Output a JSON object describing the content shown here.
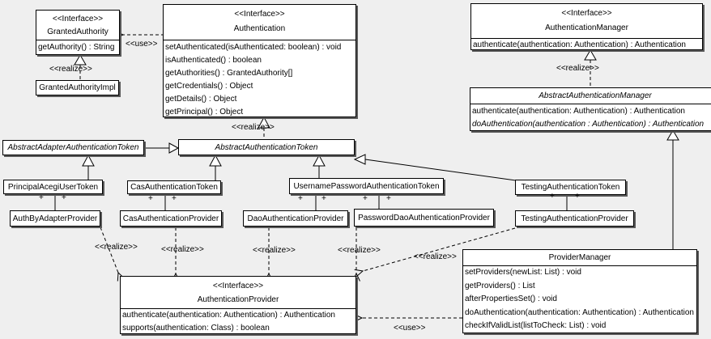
{
  "diagram": {
    "background_color": "#efefef",
    "box_fill": "#ffffff",
    "line_color": "#000000",
    "edge_labels": {
      "use": "<<use>>",
      "realize": "<<realize>>",
      "plus": "+"
    },
    "classes": {
      "granted_authority": {
        "stereotype": "<<Interface>>",
        "name": "GrantedAuthority",
        "methods": [
          "getAuthority() : String"
        ]
      },
      "granted_authority_impl": {
        "name": "GrantedAuthorityImpl"
      },
      "authentication": {
        "stereotype": "<<Interface>>",
        "name": "Authentication",
        "methods": [
          "setAuthenticated(isAuthenticated: boolean) : void",
          "isAuthenticated() : boolean",
          "getAuthorities() : GrantedAuthority[]",
          "getCredentials() : Object",
          "getDetails() : Object",
          "getPrincipal() : Object"
        ]
      },
      "authentication_manager": {
        "stereotype": "<<Interface>>",
        "name": "AuthenticationManager",
        "methods": [
          "authenticate(authentication: Authentication) : Authentication"
        ]
      },
      "abstract_authentication_manager": {
        "name": "AbstractAuthenticationManager",
        "methods": [
          "authenticate(authentication: Authentication) : Authentication",
          "doAuthentication(authentication : Authentication) : Authentication"
        ]
      },
      "abstract_adapter_authentication_token": {
        "name": "AbstractAdapterAuthenticationToken"
      },
      "abstract_authentication_token": {
        "name": "AbstractAuthenticationToken"
      },
      "principal_acegi_user_token": {
        "name": "PrincipalAcegiUserToken"
      },
      "cas_authentication_token": {
        "name": "CasAuthenticationToken"
      },
      "username_password_authentication_token": {
        "name": "UsernamePasswordAuthenticationToken"
      },
      "testing_authentication_token": {
        "name": "TestingAuthenticationToken"
      },
      "auth_by_adapter_provider": {
        "name": "AuthByAdapterProvider"
      },
      "cas_authentication_provider": {
        "name": "CasAuthenticationProvider"
      },
      "dao_authentication_provider": {
        "name": "DaoAuthenticationProvider"
      },
      "password_dao_authentication_provider": {
        "name": "PasswordDaoAuthenticationProvider"
      },
      "testing_authentication_provider": {
        "name": "TestingAuthenticationProvider"
      },
      "authentication_provider": {
        "stereotype": "<<Interface>>",
        "name": "AuthenticationProvider",
        "methods": [
          "authenticate(authentication: Authentication) : Authentication",
          "supports(authentication: Class) : boolean"
        ]
      },
      "provider_manager": {
        "name": "ProviderManager",
        "methods": [
          "setProviders(newList: List) : void",
          "getProviders() : List",
          "afterPropertiesSet() : void",
          "doAuthentication(authentication: Authentication) : Authentication",
          "checkIfValidList(listToCheck: List) : void"
        ]
      }
    }
  }
}
